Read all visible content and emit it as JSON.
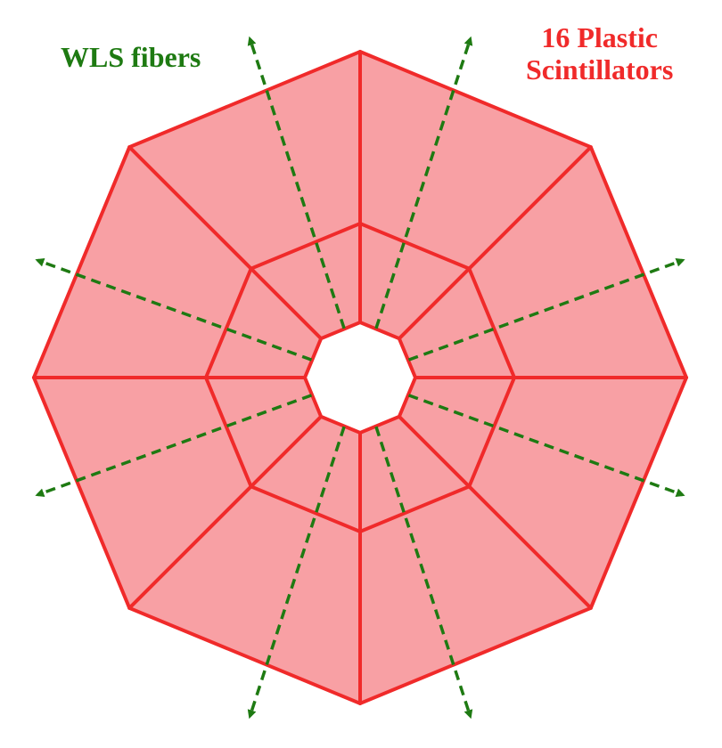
{
  "labels": {
    "wls_fibers": "WLS fibers",
    "scintillators_line1": "16 Plastic",
    "scintillators_line2": "Scintillators"
  },
  "colors": {
    "scintillator_fill": "#f8a0a4",
    "scintillator_edge": "#f02a2a",
    "fiber": "#1e7a12",
    "background": "#ffffff"
  },
  "components": {
    "scintillator_count": 16,
    "octagon_rings": [
      "outer",
      "middle",
      "inner"
    ],
    "fiber_count": 8,
    "fiber_style": "dashed-arrow"
  }
}
